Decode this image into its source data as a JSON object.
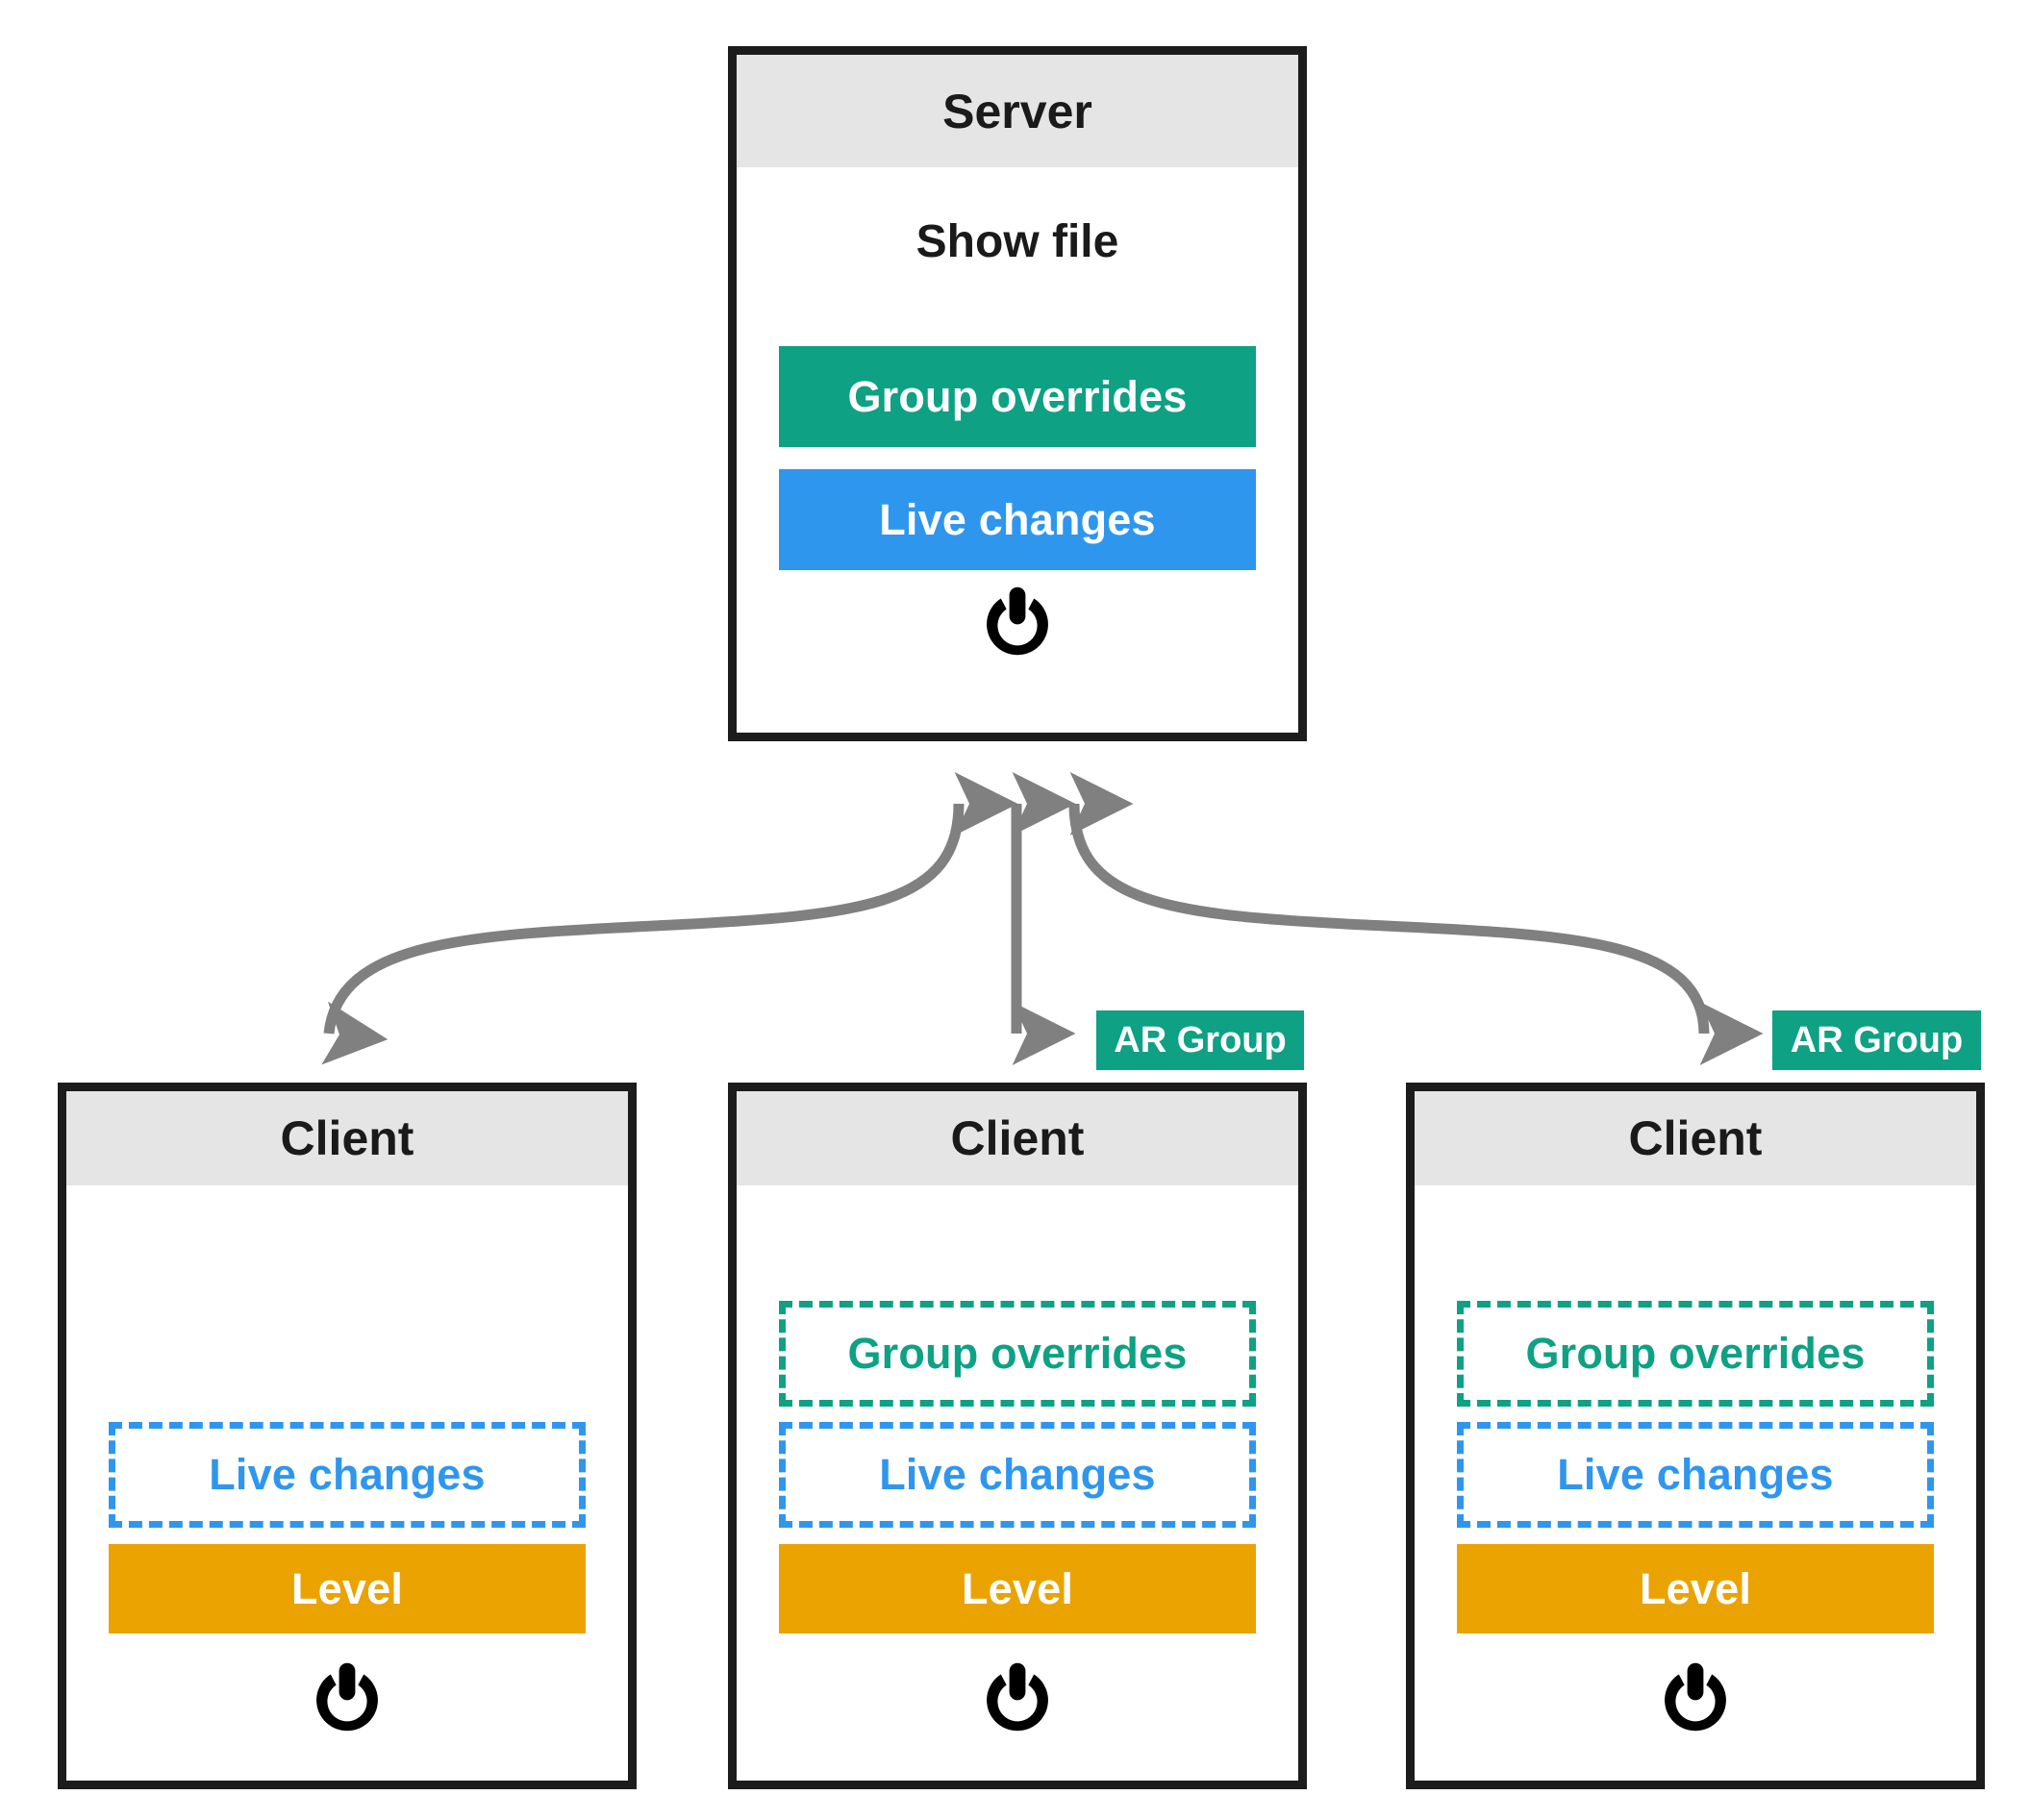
{
  "diagram": {
    "title": "Server and clients group override / live changes diagram",
    "colors": {
      "green": "#0EA183",
      "blue": "#2F96EE",
      "orange": "#EAA300",
      "header_gray": "#E5E5E5",
      "border_black": "#1C1C1C",
      "arrow_gray": "#808080"
    }
  },
  "server": {
    "header": "Server",
    "show_file_label": "Show file",
    "group_overrides_label": "Group overrides",
    "live_changes_label": "Live changes",
    "power_icon": "power-icon"
  },
  "clients": [
    {
      "header": "Client",
      "has_group_overrides": false,
      "group_overrides_label": "",
      "live_changes_label": "Live changes",
      "level_label": "Level",
      "power_icon": "power-icon",
      "ar_group_badge": null
    },
    {
      "header": "Client",
      "has_group_overrides": true,
      "group_overrides_label": "Group overrides",
      "live_changes_label": "Live changes",
      "level_label": "Level",
      "power_icon": "power-icon",
      "ar_group_badge": "AR Group"
    },
    {
      "header": "Client",
      "has_group_overrides": true,
      "group_overrides_label": "Group overrides",
      "live_changes_label": "Live changes",
      "level_label": "Level",
      "power_icon": "power-icon",
      "ar_group_badge": "AR Group"
    }
  ],
  "badges": {
    "ar_group_mid": "AR Group",
    "ar_group_right": "AR Group"
  },
  "connectors": [
    {
      "name": "server-to-client-left",
      "from": "server-bottom",
      "to": "client-left-top",
      "style": "curved-bidirectional"
    },
    {
      "name": "server-to-client-mid",
      "from": "server-bottom",
      "to": "client-mid-top",
      "style": "straight-bidirectional"
    },
    {
      "name": "server-to-client-right",
      "from": "server-bottom",
      "to": "client-right-top",
      "style": "curved-bidirectional"
    }
  ]
}
